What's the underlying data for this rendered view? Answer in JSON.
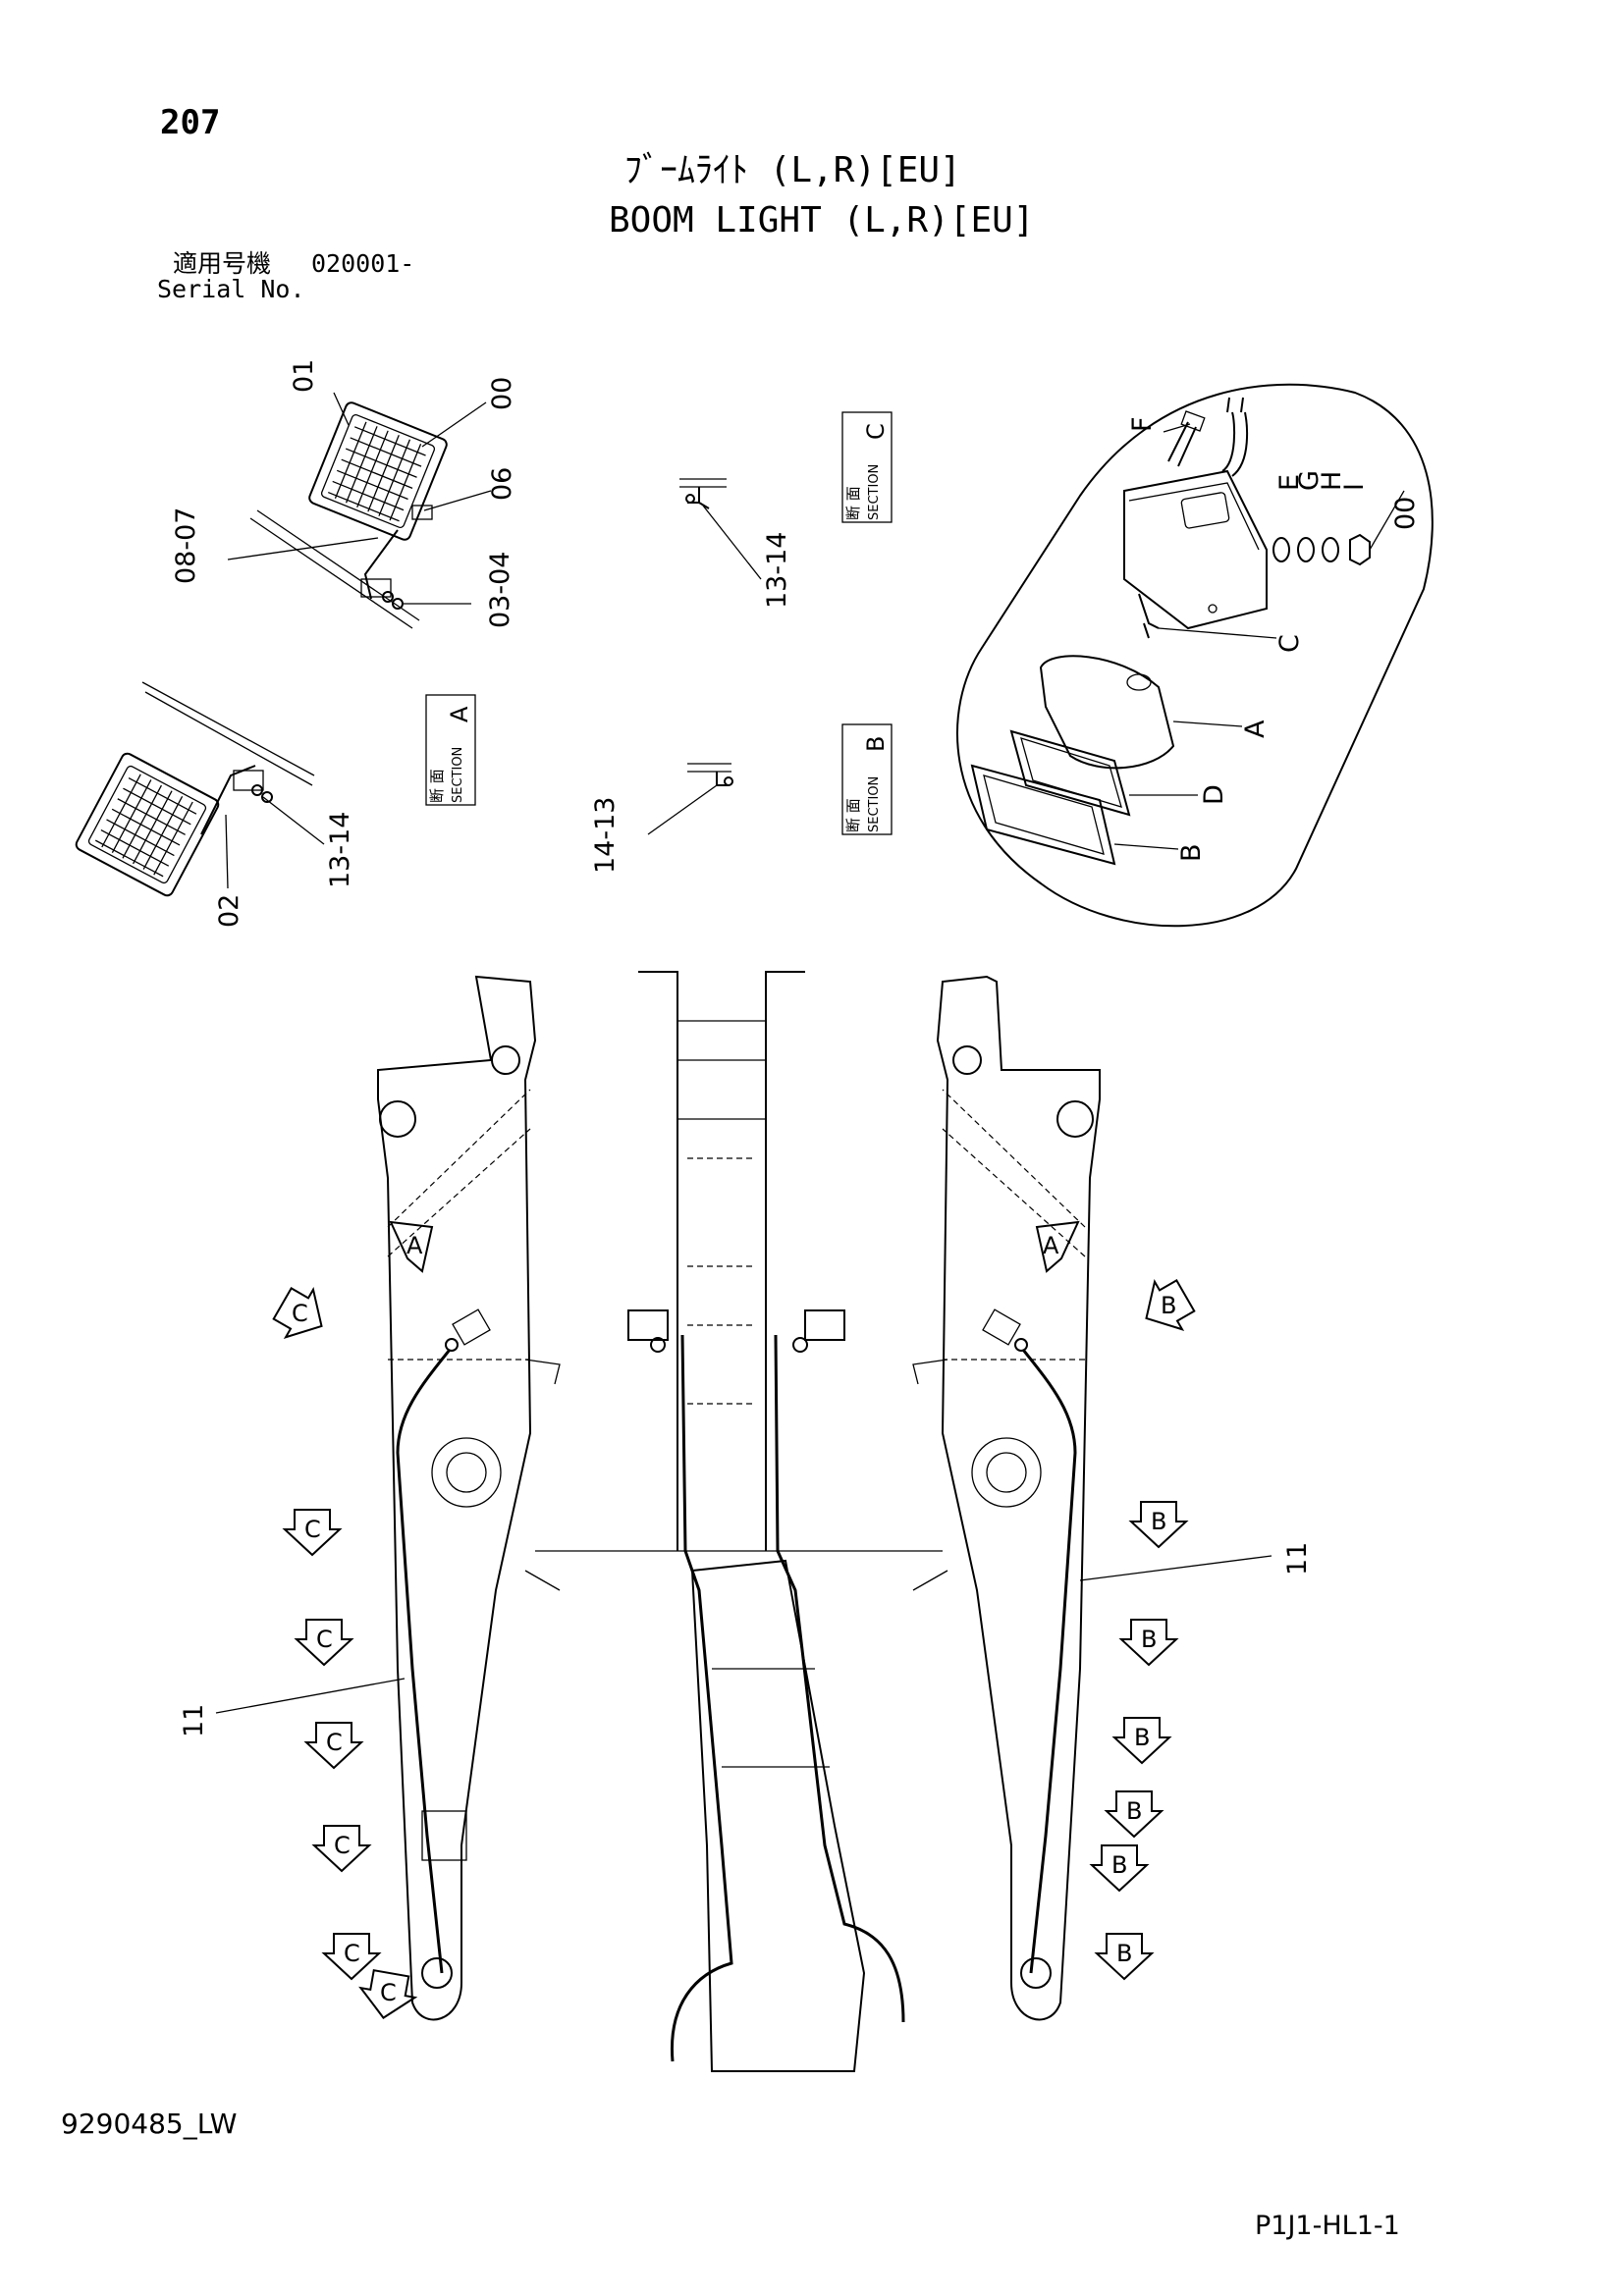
{
  "header": {
    "page_number": "207",
    "title_jp": "ﾌﾞｰﾑﾗｲﾄ (L,R)[EU]",
    "title_en": "BOOM LIGHT (L,R)[EU]",
    "serial_label_jp": "適用号機",
    "serial_value": "020001-",
    "serial_label_en": "Serial No."
  },
  "footer": {
    "document_id": "9290485_LW",
    "sheet_id": "P1J1-HL1-1"
  },
  "sections": {
    "jp_label": "断 面",
    "en_label": "SECTION",
    "a": "A",
    "b": "B",
    "c": "C"
  },
  "part_callouts": {
    "p01": "01",
    "p00": "00",
    "p06": "06",
    "p07": "08-07",
    "p03": "03-04",
    "p02": "02",
    "p13a": "13-14",
    "p13b": "13-14",
    "p14": "14-13",
    "p11_left": "11",
    "p11_right": "11"
  },
  "detail_callouts": {
    "f": "F",
    "e": "E",
    "g": "G",
    "h": "H",
    "i": "I",
    "group": "00",
    "c": "C",
    "a": "A",
    "d": "D",
    "b": "B"
  },
  "view_arrows": {
    "left_a": "A",
    "right_a": "A",
    "left_c": [
      "C",
      "C",
      "C",
      "C",
      "C",
      "C",
      "C"
    ],
    "right_b": [
      "B",
      "B",
      "B",
      "B",
      "B",
      "B",
      "B"
    ]
  }
}
